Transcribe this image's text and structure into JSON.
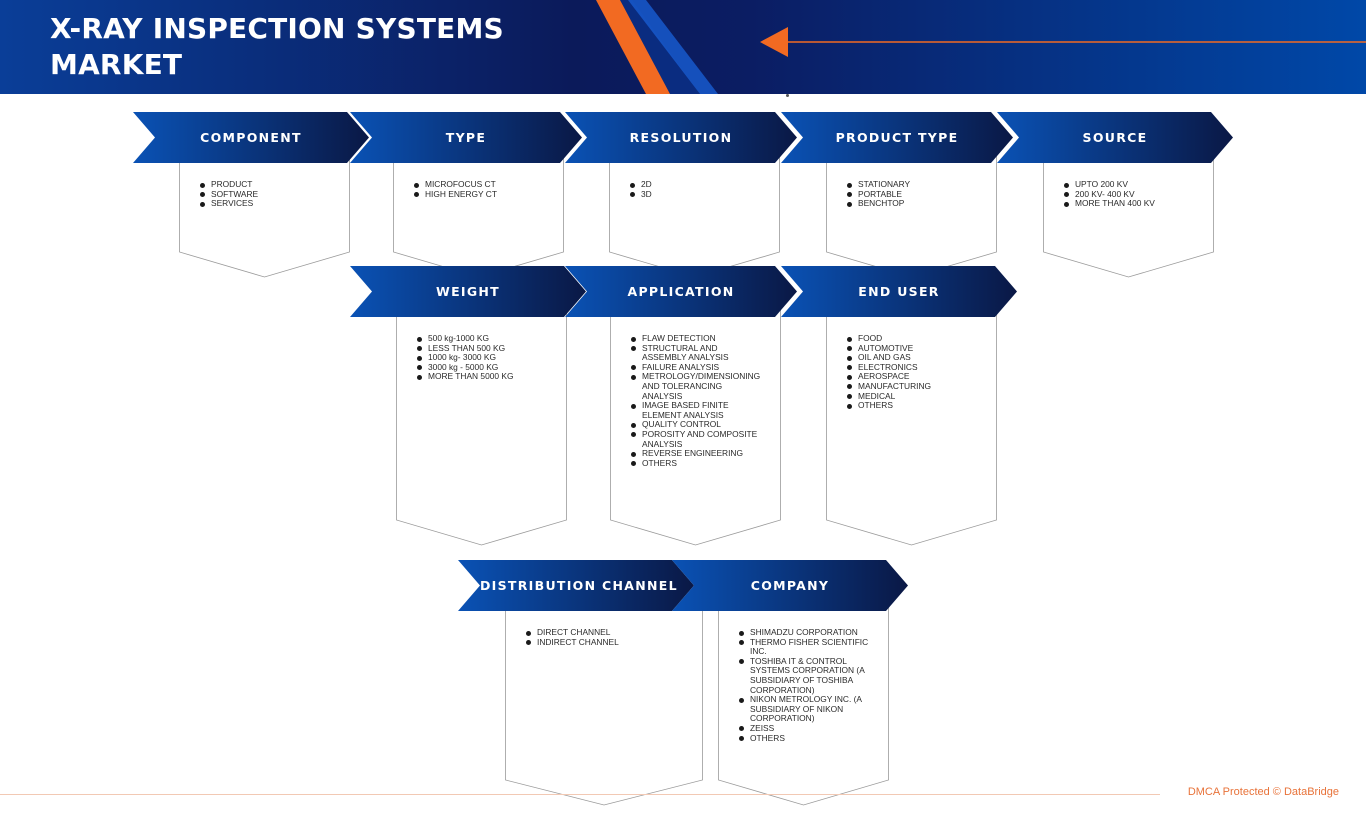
{
  "title": {
    "line1": "X-RAY INSPECTION SYSTEMS",
    "line2": "MARKET"
  },
  "colors": {
    "banner_dark": "#0b1a5a",
    "banner_blue": "#0047a5",
    "accent_orange": "#f26a22",
    "segment_start": "#0a52b5",
    "segment_end": "#0a1845",
    "card_border": "#9a9a9a"
  },
  "segments": [
    {
      "label": "COMPONENT",
      "items": [
        "PRODUCT",
        "SOFTWARE",
        "SERVICES"
      ]
    },
    {
      "label": "TYPE",
      "items": [
        "MICROFOCUS CT",
        "HIGH ENERGY CT"
      ]
    },
    {
      "label": "RESOLUTION",
      "items": [
        "2D",
        "3D"
      ]
    },
    {
      "label": "PRODUCT TYPE",
      "items": [
        "STATIONARY",
        "PORTABLE",
        "BENCHTOP"
      ]
    },
    {
      "label": "SOURCE",
      "items": [
        "UPTO 200 KV",
        "200 KV- 400 KV",
        "MORE THAN 400 KV"
      ]
    },
    {
      "label": "WEIGHT",
      "items": [
        "500 kg-1000 KG",
        "LESS THAN 500 KG",
        "1000 kg- 3000 KG",
        "3000 kg - 5000 KG",
        "MORE THAN 5000 KG"
      ]
    },
    {
      "label": "APPLICATION",
      "items": [
        "FLAW DETECTION",
        "STRUCTURAL AND ASSEMBLY ANALYSIS",
        "FAILURE ANALYSIS",
        "METROLOGY/DIMENSIONING AND TOLERANCING ANALYSIS",
        "IMAGE BASED FINITE ELEMENT ANALYSIS",
        "QUALITY CONTROL",
        "POROSITY AND COMPOSITE ANALYSIS",
        "REVERSE ENGINEERING",
        "OTHERS"
      ]
    },
    {
      "label": "END USER",
      "items": [
        "FOOD",
        "AUTOMOTIVE",
        "OIL AND GAS",
        "ELECTRONICS",
        "AEROSPACE",
        "MANUFACTURING",
        "MEDICAL",
        "OTHERS"
      ]
    },
    {
      "label": "DISTRIBUTION CHANNEL",
      "items": [
        "DIRECT CHANNEL",
        "INDIRECT CHANNEL"
      ]
    },
    {
      "label": "COMPANY",
      "items": [
        "SHIMADZU CORPORATION",
        "THERMO FISHER SCIENTIFIC INC.",
        "TOSHIBA IT & CONTROL SYSTEMS CORPORATION (A SUBSIDIARY OF TOSHIBA CORPORATION)",
        "NIKON METROLOGY INC. (A SUBSIDIARY OF NIKON CORPORATION)",
        "ZEISS",
        "OTHERS"
      ]
    }
  ],
  "footer": {
    "text": "DMCA Protected © DataBridge"
  }
}
